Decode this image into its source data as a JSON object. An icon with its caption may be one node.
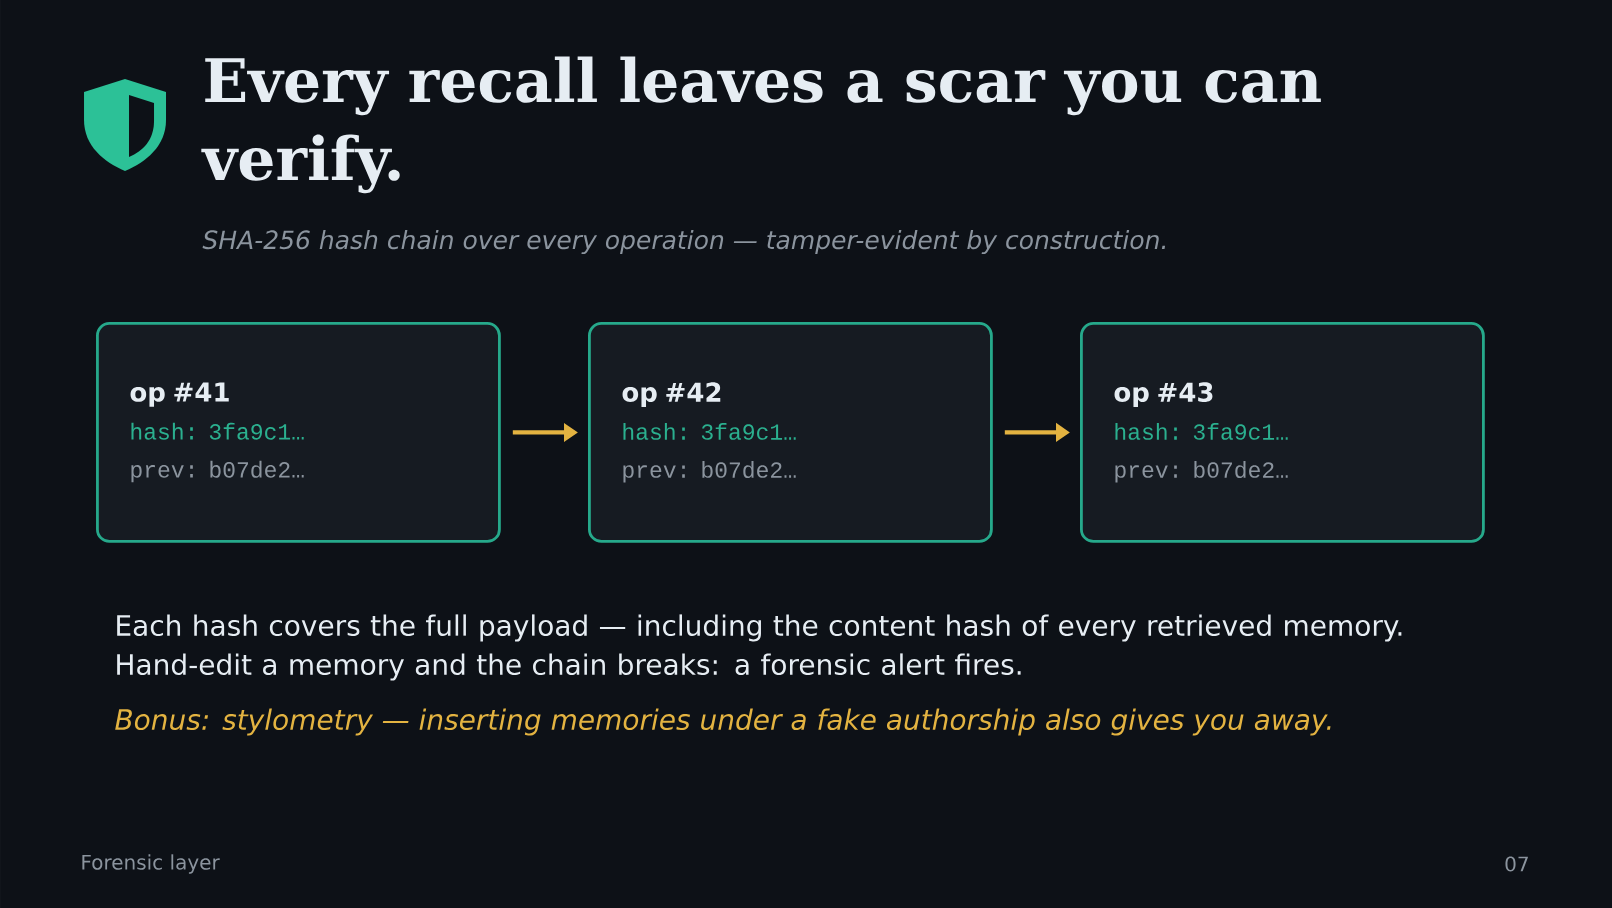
{
  "diagram": {
    "title": "Every recall leaves a scar you can verify.",
    "nodes": [
      {
        "text": [
          "op #41",
          "hash: 3fa9c1…",
          "prev: b07de2…"
        ]
      },
      {
        "text": [
          "op #42",
          "hash: 3fa9c1…",
          "prev: b07de2…"
        ]
      },
      {
        "text": [
          "op #43",
          "hash: 3fa9c1…",
          "prev: b07de2…"
        ]
      }
    ],
    "edges": [
      {
        "from": 0,
        "to": 1,
        "arrow": "to"
      },
      {
        "from": 1,
        "to": 2,
        "arrow": "to"
      }
    ],
    "labels": [
      "SHA-256 hash chain over every operation — tamper-evident by construction.",
      "Each hash covers the full payload — including the content hash of every retrieved memory. Hand-edit a memory and the chain breaks: a forensic alert fires.",
      "Bonus: stylometry — inserting memories under a fake authorship also gives you away.",
      "Forensic layer",
      "07"
    ]
  }
}
